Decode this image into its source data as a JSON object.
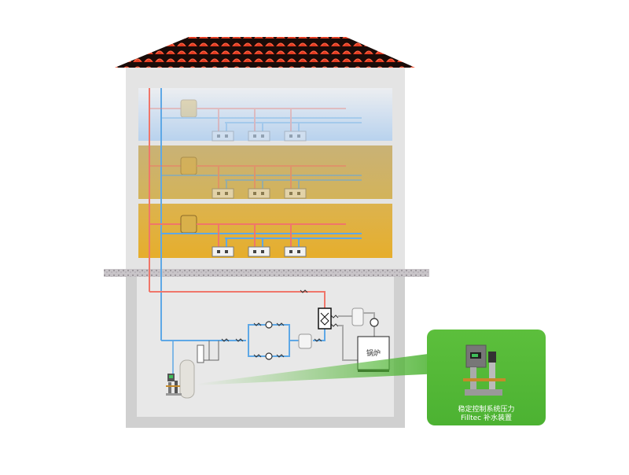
{
  "diagram": {
    "title": "Heating system with Filltec make-up water unit",
    "colors": {
      "roof": "#d8351f",
      "supply_pipe": "#f0766a",
      "return_pipe": "#5ea8e6",
      "floor_top": "#c0d6ee",
      "floor_middle": "#cdb06a",
      "floor_bottom": "#e0b440",
      "callout_green": "#55b836",
      "wall": "#e4e4e4",
      "basement": "#e8e8e8"
    },
    "floors": [
      {
        "name": "top-floor",
        "radiators": 3,
        "active": false
      },
      {
        "name": "middle-floor",
        "radiators": 3,
        "active": false
      },
      {
        "name": "bottom-floor",
        "radiators": 3,
        "active": true
      }
    ],
    "basement": {
      "boiler_label": "锅炉",
      "components": [
        "expansion-vessel",
        "booster-pump-set",
        "pump-pair",
        "heat-exchanger",
        "dirt-separator",
        "circulation-pump",
        "boiler"
      ]
    },
    "callout": {
      "line1": "稳定控制系统压力",
      "line2": "Filltec 补水装置"
    }
  }
}
